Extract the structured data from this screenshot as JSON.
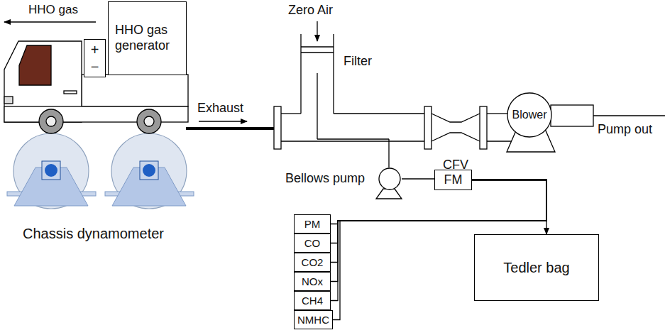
{
  "diagram": {
    "nodes": [
      {
        "text": [
          "HHO gas generator"
        ]
      },
      {
        "text": [
          "+",
          "−"
        ]
      },
      {
        "text": [
          "Blower"
        ]
      },
      {
        "text": [
          "Bellows pump"
        ]
      },
      {
        "text": [
          "FM"
        ]
      },
      {
        "text": [
          "PM"
        ]
      },
      {
        "text": [
          "CO"
        ]
      },
      {
        "text": [
          "CO2"
        ]
      },
      {
        "text": [
          "NOx"
        ]
      },
      {
        "text": [
          "CH4"
        ]
      },
      {
        "text": [
          "NMHC"
        ]
      },
      {
        "text": [
          "Tedler bag"
        ]
      }
    ],
    "edges": [
      {
        "from": 3,
        "to": 4,
        "arrow": "none"
      },
      {
        "from": 4,
        "to": 11,
        "arrow": "to"
      },
      {
        "from": 4,
        "to": 5,
        "arrow": "none"
      },
      {
        "from": 4,
        "to": 6,
        "arrow": "none"
      },
      {
        "from": 4,
        "to": 7,
        "arrow": "none"
      },
      {
        "from": 4,
        "to": 8,
        "arrow": "none"
      },
      {
        "from": 4,
        "to": 9,
        "arrow": "none"
      },
      {
        "from": 4,
        "to": 10,
        "arrow": "none"
      }
    ],
    "labels": [
      "HHO gas",
      "Exhaust",
      "Zero Air",
      "Filter",
      "CFV",
      "Pump out",
      "Chassis dynamometer"
    ]
  }
}
